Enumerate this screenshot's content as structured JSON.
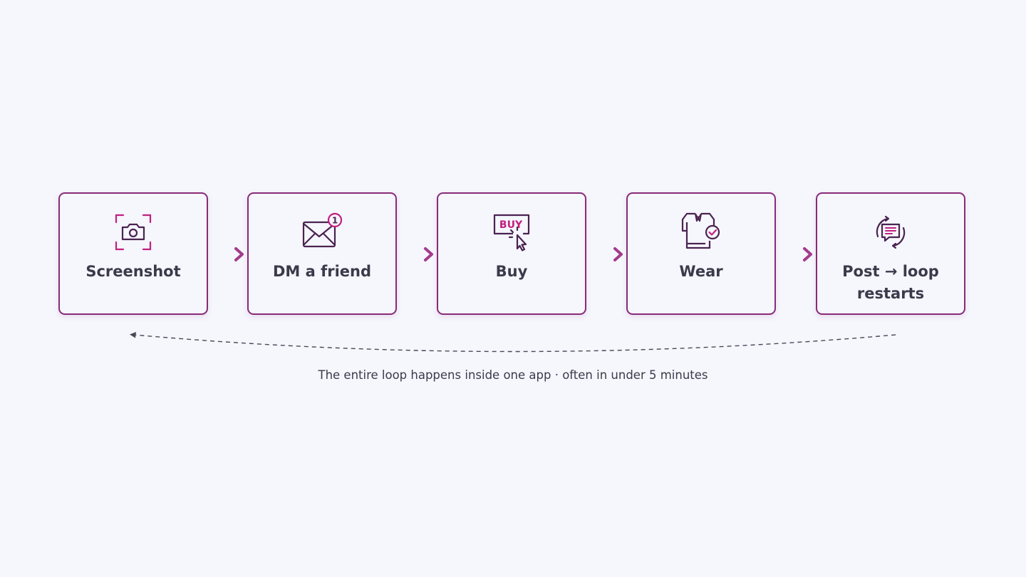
{
  "steps": [
    {
      "label": "Screenshot",
      "icon": "camera-viewfinder-icon"
    },
    {
      "label": "DM a friend",
      "icon": "envelope-notification-icon",
      "badge": "1"
    },
    {
      "label": "Buy",
      "icon": "buy-button-cursor-icon",
      "badge": "BUY"
    },
    {
      "label": "Wear",
      "icon": "shirt-check-icon"
    },
    {
      "label": "Post → loop restarts",
      "icon": "chat-refresh-icon"
    }
  ],
  "caption": "The entire loop happens inside one app · often in under 5 minutes",
  "colors": {
    "background": "#f6f6fd",
    "border": "#8a2a78",
    "accent": "#c0207f",
    "icon_stroke": "#4a2350",
    "text": "#3b3a4a",
    "arrow_gradient": [
      "#f0d2ea",
      "#a43a8c"
    ]
  }
}
